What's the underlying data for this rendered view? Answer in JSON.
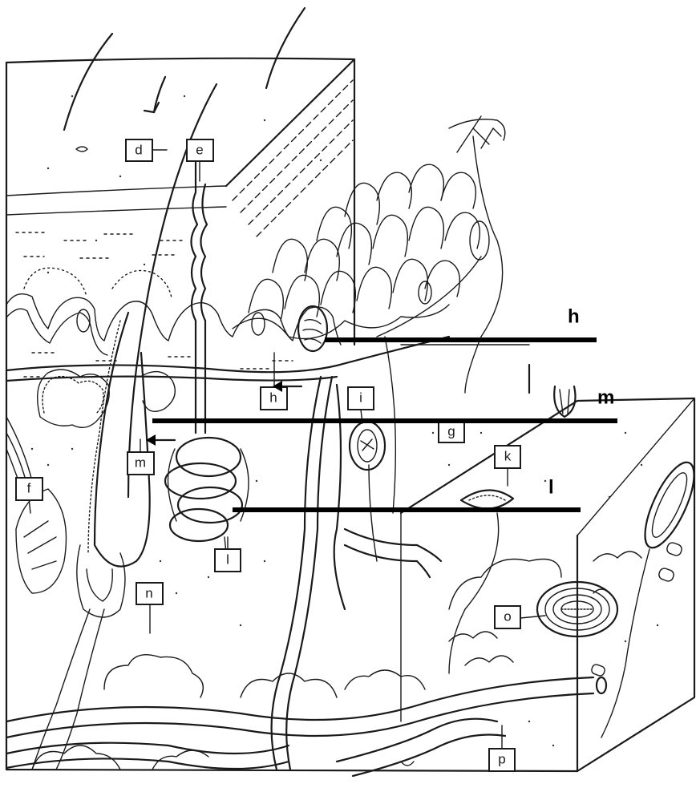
{
  "diagram": {
    "boxed_labels": {
      "d": "d",
      "e": "e",
      "h": "h",
      "i": "i",
      "g": "g",
      "m": "m",
      "f": "f",
      "k": "k",
      "l": "l",
      "n": "n",
      "o": "o",
      "p": "p"
    },
    "pointer_labels": {
      "h": "h",
      "m": "m",
      "l": "l"
    },
    "colors": {
      "ink": "#1a1a1a",
      "pointer": "#000000",
      "background": "#ffffff"
    }
  }
}
